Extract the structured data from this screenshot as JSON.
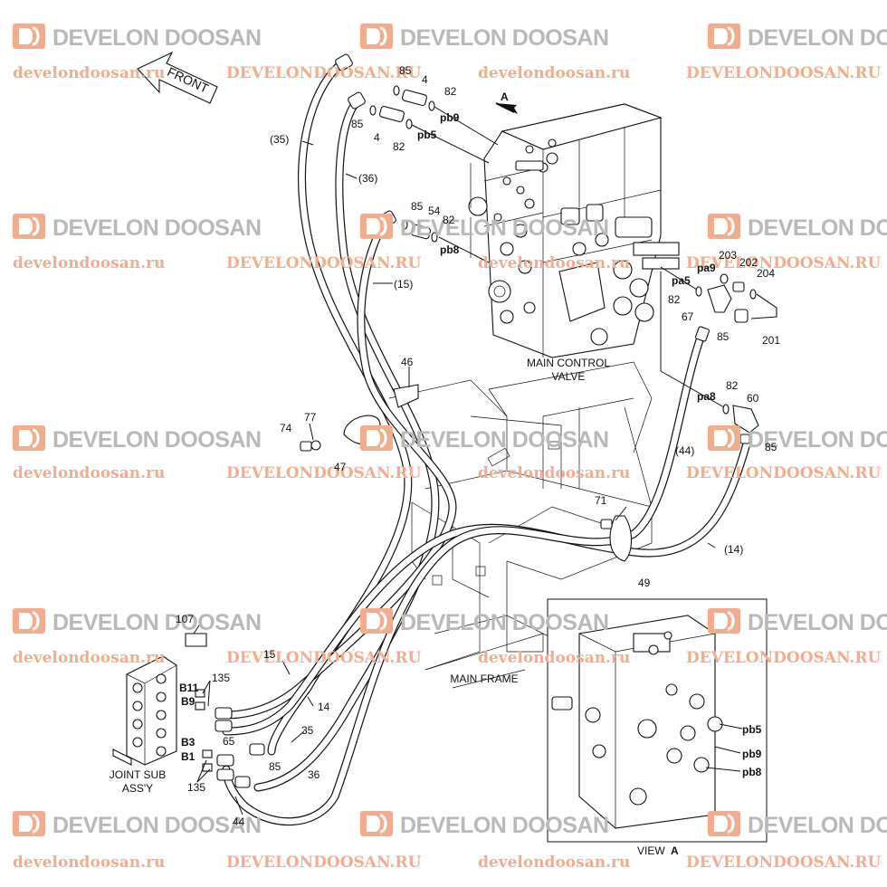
{
  "watermark": {
    "logo_text": "DEVELON DOOSAN",
    "url_lower": "develondoosan.ru",
    "url_upper": "DEVELONDOOSAN.RU"
  },
  "direction_label": "FRONT",
  "view_arrow_label": "A",
  "captions": {
    "main_control_valve_line1": "MAIN CONTROL",
    "main_control_valve_line2": "VALVE",
    "main_frame": "MAIN FRAME",
    "joint_sub_line1": "JOINT SUB",
    "joint_sub_line2": "ASS'Y",
    "view_a_prefix": "VIEW",
    "view_a_letter": "A"
  },
  "ports": {
    "pb9": "pb9",
    "pb5": "pb5",
    "pb8": "pb8",
    "pa9": "pa9",
    "pa5": "pa5",
    "pa8": "pa8",
    "b11": "B11",
    "b9": "B9",
    "b3": "B3",
    "b1": "B1",
    "inset_pb5": "pb5",
    "inset_pb9": "pb9",
    "inset_pb8": "pb8"
  },
  "part_labels": {
    "p85_a": "85",
    "p4_a": "4",
    "p82_a": "82",
    "p85_b": "85",
    "p4_b": "4",
    "p82_b": "82",
    "p35_paren": "(35)",
    "p36_paren": "(36)",
    "p85_c": "85",
    "p54": "54",
    "p82_c": "82",
    "p15_paren": "(15)",
    "p203": "203",
    "p202": "202",
    "p204": "204",
    "p82_d": "82",
    "p67": "67",
    "p85_d": "85",
    "p201": "201",
    "p46": "46",
    "p77": "77",
    "p74": "74",
    "p47": "47",
    "p82_e": "82",
    "p60": "60",
    "p85_e": "85",
    "p44_paren": "(44)",
    "p71": "71",
    "p14_paren": "(14)",
    "p49": "49",
    "p107": "107",
    "p135_a": "135",
    "p15": "15",
    "p14": "14",
    "p65": "65",
    "p85_f": "85",
    "p35": "35",
    "p36": "36",
    "p135_b": "135",
    "p44": "44"
  }
}
